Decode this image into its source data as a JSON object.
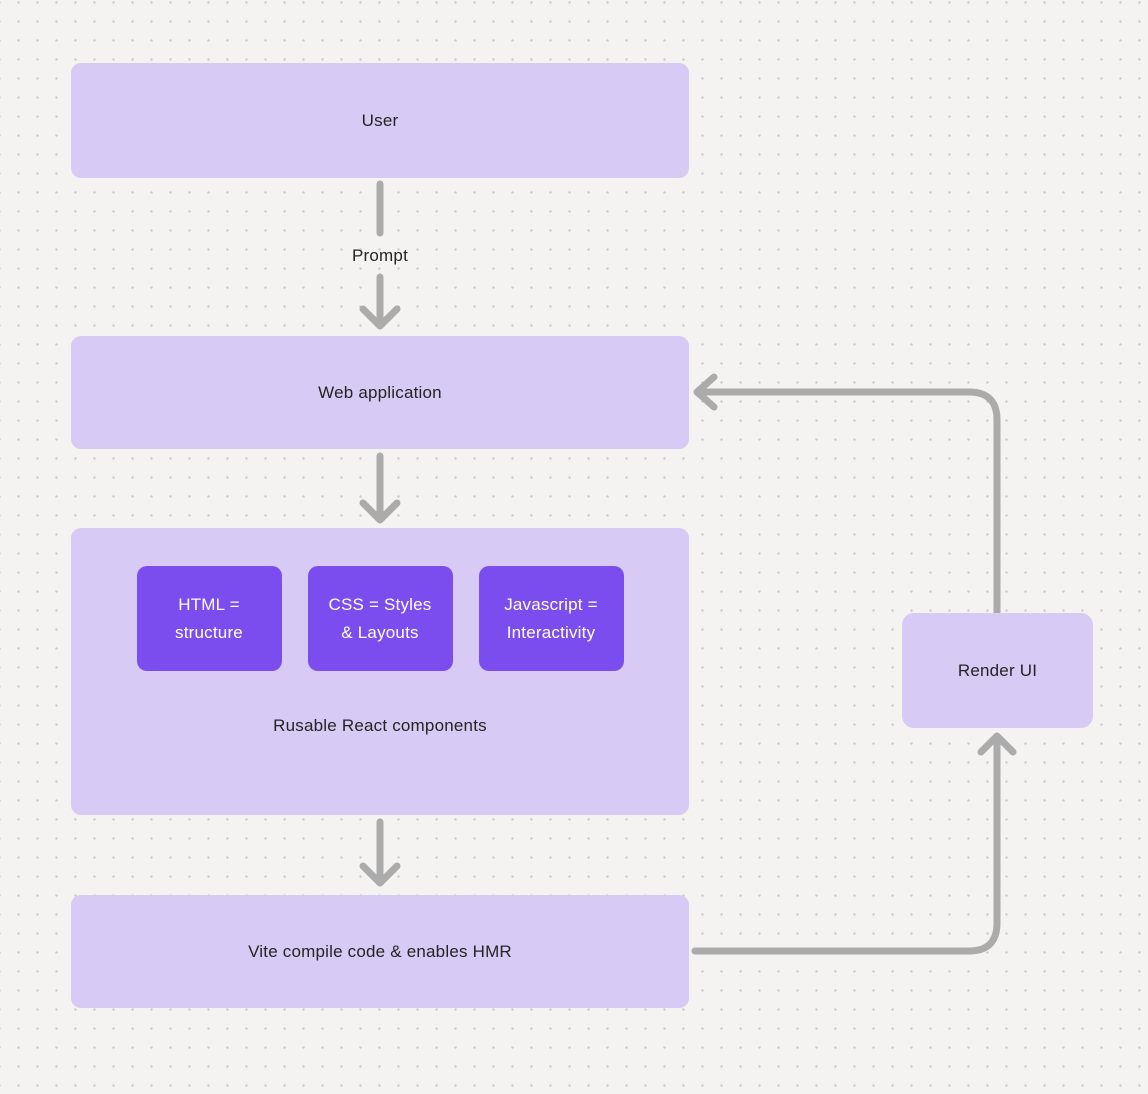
{
  "colors": {
    "background": "#f4f3f1",
    "dot": "#d0cecb",
    "node_fill": "#d7cbf5",
    "chip_fill": "#7c4dee",
    "connector": "#ababab",
    "text_dark": "#242424",
    "text_light": "#ffffff"
  },
  "nodes": {
    "user": {
      "label": "User"
    },
    "web_application": {
      "label": "Web application"
    },
    "components": {
      "chips": [
        {
          "label": "HTML =\nstructure"
        },
        {
          "label": "CSS = Styles\n& Layouts"
        },
        {
          "label": "Javascript =\nInteractivity"
        }
      ],
      "caption": "Rusable React components"
    },
    "vite": {
      "label": "Vite compile code & enables HMR"
    },
    "render_ui": {
      "label": "Render UI"
    }
  },
  "edges": {
    "user_to_web": {
      "label": "Prompt"
    }
  }
}
